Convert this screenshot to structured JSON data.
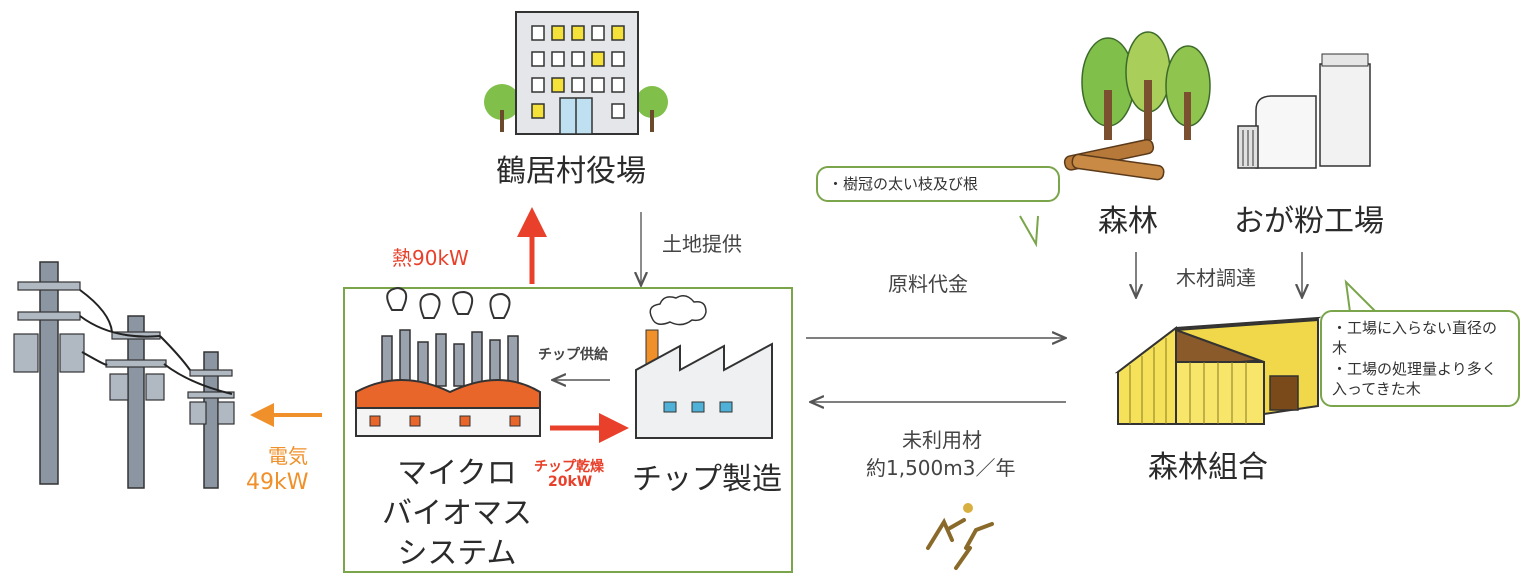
{
  "nodes": {
    "village_office": "鶴居村役場",
    "forest": "森林",
    "sawdust_factory": "おが粉工場",
    "forest_union": "森林組合",
    "biomass_line1": "マイクロ",
    "biomass_line2": "バイオマス",
    "biomass_line3": "システム",
    "chip_factory": "チップ製造"
  },
  "flows": {
    "heat": "熱90kW",
    "land": "土地提供",
    "chip_supply": "チップ供給",
    "chip_dry_line1": "チップ乾燥",
    "chip_dry_line2": "20kW",
    "electricity_line1": "電気",
    "electricity_line2": "49kW",
    "raw_cost": "原料代金",
    "timber": "木材調達",
    "unused_line1": "未利用材",
    "unused_line2": "約1,500m3／年"
  },
  "bubbles": {
    "forest_note": "・樹冠の太い枝及び根",
    "union_note_1": "・工場に入らない直径の木",
    "union_note_2": "・工場の処理量より多く入ってきた木"
  },
  "colors": {
    "frame": "#7aa54a",
    "heat_arrow": "#e8402a",
    "electric_arrow": "#f0902a",
    "roof": "#e8662a",
    "barn": "#f5e15a"
  }
}
